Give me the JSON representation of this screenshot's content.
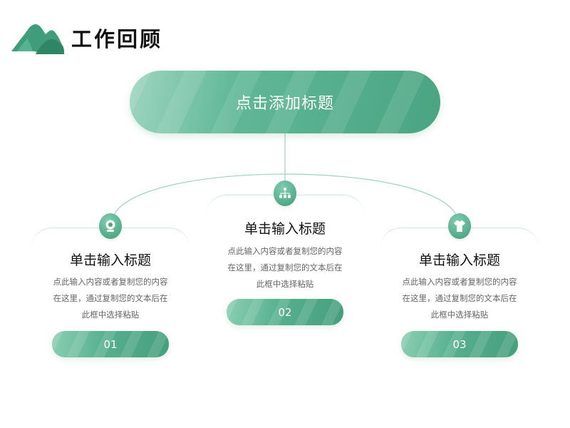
{
  "header": {
    "title": "工作回顾",
    "logo_icon": "mountain-icon"
  },
  "main": {
    "title": "点击添加标题"
  },
  "cards": [
    {
      "icon": "location-icon",
      "title": "单击输入标题",
      "body_lines": [
        "点此输入内容或者复制您的内容",
        "在这里，通过复制您的文本后在",
        "此框中选择粘贴"
      ],
      "number": "01"
    },
    {
      "icon": "sitemap-icon",
      "title": "单击输入标题",
      "body_lines": [
        "点此输入内容或者复制您的内容",
        "在这里，通过复制您的文本后在",
        "此框中选择粘贴"
      ],
      "number": "02"
    },
    {
      "icon": "shirt-icon",
      "title": "单击输入标题",
      "body_lines": [
        "点此输入内容或者复制您的内容",
        "在这里，通过复制您的文本后在",
        "此框中选择粘贴"
      ],
      "number": "03"
    }
  ],
  "colors": {
    "accent": "#4aa482",
    "accent_light": "#9fd6c0",
    "line": "#cfe7dd"
  }
}
